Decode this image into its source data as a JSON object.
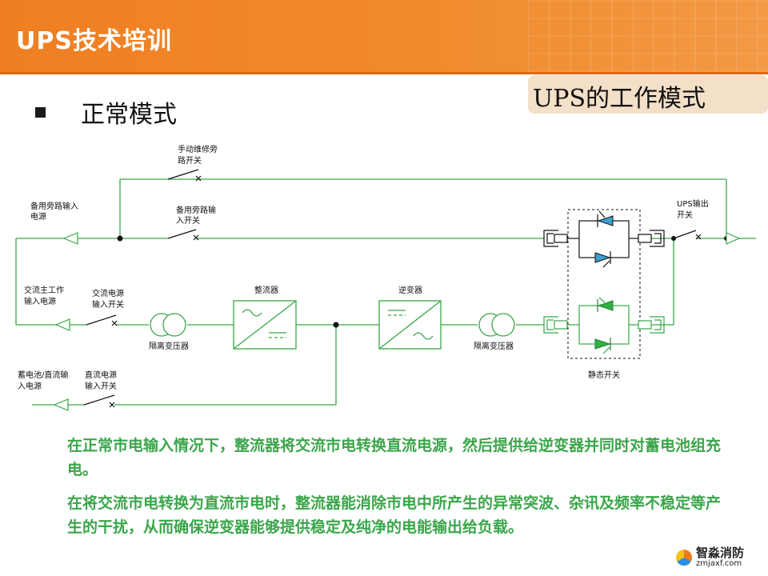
{
  "header": {
    "title": "UPS技术培训"
  },
  "section": {
    "title": "正常模式"
  },
  "badge": {
    "label": "UPS的工作模式"
  },
  "diagram": {
    "labels": {
      "manual_bypass_switch": [
        "手动维修旁",
        "路开关"
      ],
      "backup_bypass_input_power": [
        "备用旁路输入",
        "电源"
      ],
      "backup_bypass_input_switch": [
        "备用旁路输",
        "入开关"
      ],
      "ups_output_switch": [
        "UPS输出",
        "开关"
      ],
      "ac_main_input_power": [
        "交流主工作",
        "输入电源"
      ],
      "ac_power_input_switch": [
        "交流电源",
        "输入开关"
      ],
      "rectifier": "整流器",
      "inverter": "逆变器",
      "isolation_transformer_left": "隔离变压器",
      "isolation_transformer_right": "隔离变压器",
      "static_switch": "静态开关",
      "battery_dc_input_power": [
        "蓄电池/直流输",
        "入电源"
      ],
      "dc_power_input_switch": [
        "直流电源",
        "输入开关"
      ]
    }
  },
  "paragraphs": [
    "在正常市电输入情况下，整流器将交流市电转换直流电源，然后提供给逆变器并同时对蓄电池组充电。",
    "在将交流市电转换为直流市电时，整流器能消除市电中所产生的异常突波、杂讯及频率不稳定等产生的干扰，从而确保逆变器能够提供稳定及纯净的电能输出给负载。"
  ],
  "watermark": {
    "name": "智淼消防",
    "url": "zmjaxf.com"
  },
  "colors": {
    "header": "#ef7f22",
    "diagram_line": "#3aa64a",
    "text_green": "#3aa64a",
    "thyristor_blue": "#3a9fd0"
  }
}
